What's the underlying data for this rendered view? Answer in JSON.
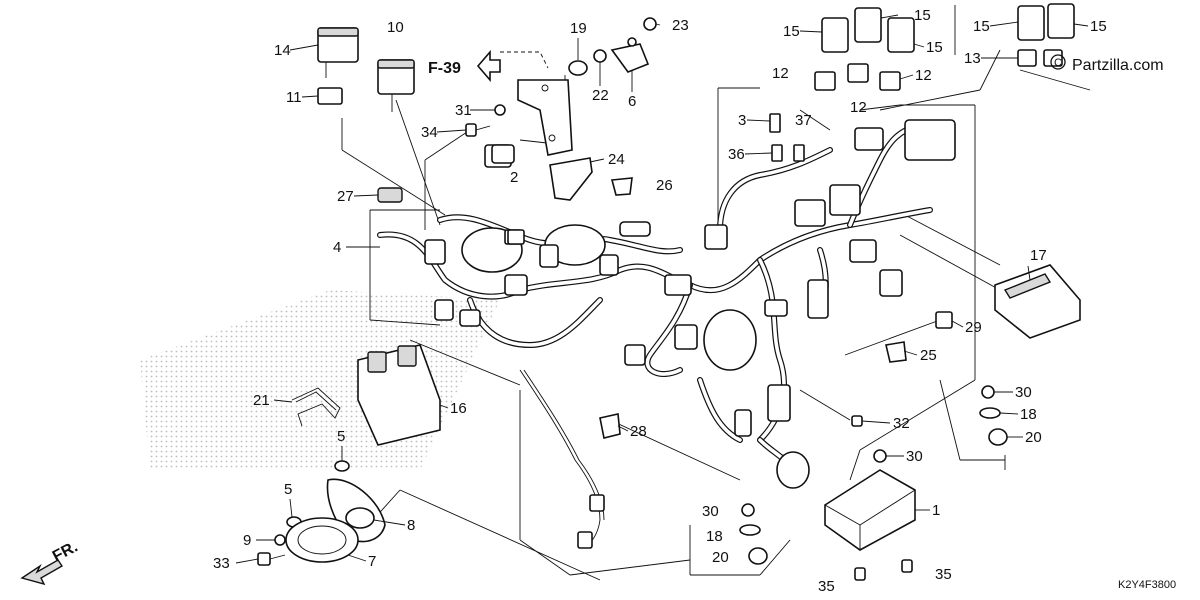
{
  "diagram": {
    "reference_code": "K2Y4F3800",
    "watermark": "Partzilla.com",
    "page_reference": "F-39",
    "front_indicator": "FR.",
    "callouts": {
      "c1": "1",
      "c2": "2",
      "c3": "3",
      "c4": "4",
      "c5a": "5",
      "c5b": "5",
      "c6": "6",
      "c7": "7",
      "c8": "8",
      "c9": "9",
      "c10": "10",
      "c11": "11",
      "c12a": "12",
      "c12b": "12",
      "c12c": "12",
      "c13": "13",
      "c14": "14",
      "c15a": "15",
      "c15b": "15",
      "c15c": "15",
      "c15d": "15",
      "c15e": "15",
      "c16": "16",
      "c17": "17",
      "c18a": "18",
      "c18b": "18",
      "c19": "19",
      "c20a": "20",
      "c20b": "20",
      "c21": "21",
      "c22": "22",
      "c23": "23",
      "c24": "24",
      "c25": "25",
      "c26": "26",
      "c27": "27",
      "c28": "28",
      "c29": "29",
      "c30a": "30",
      "c30b": "30",
      "c30c": "30",
      "c31": "31",
      "c32": "32",
      "c33": "33",
      "c34": "34",
      "c35a": "35",
      "c35b": "35",
      "c36": "36",
      "c37": "37"
    }
  }
}
